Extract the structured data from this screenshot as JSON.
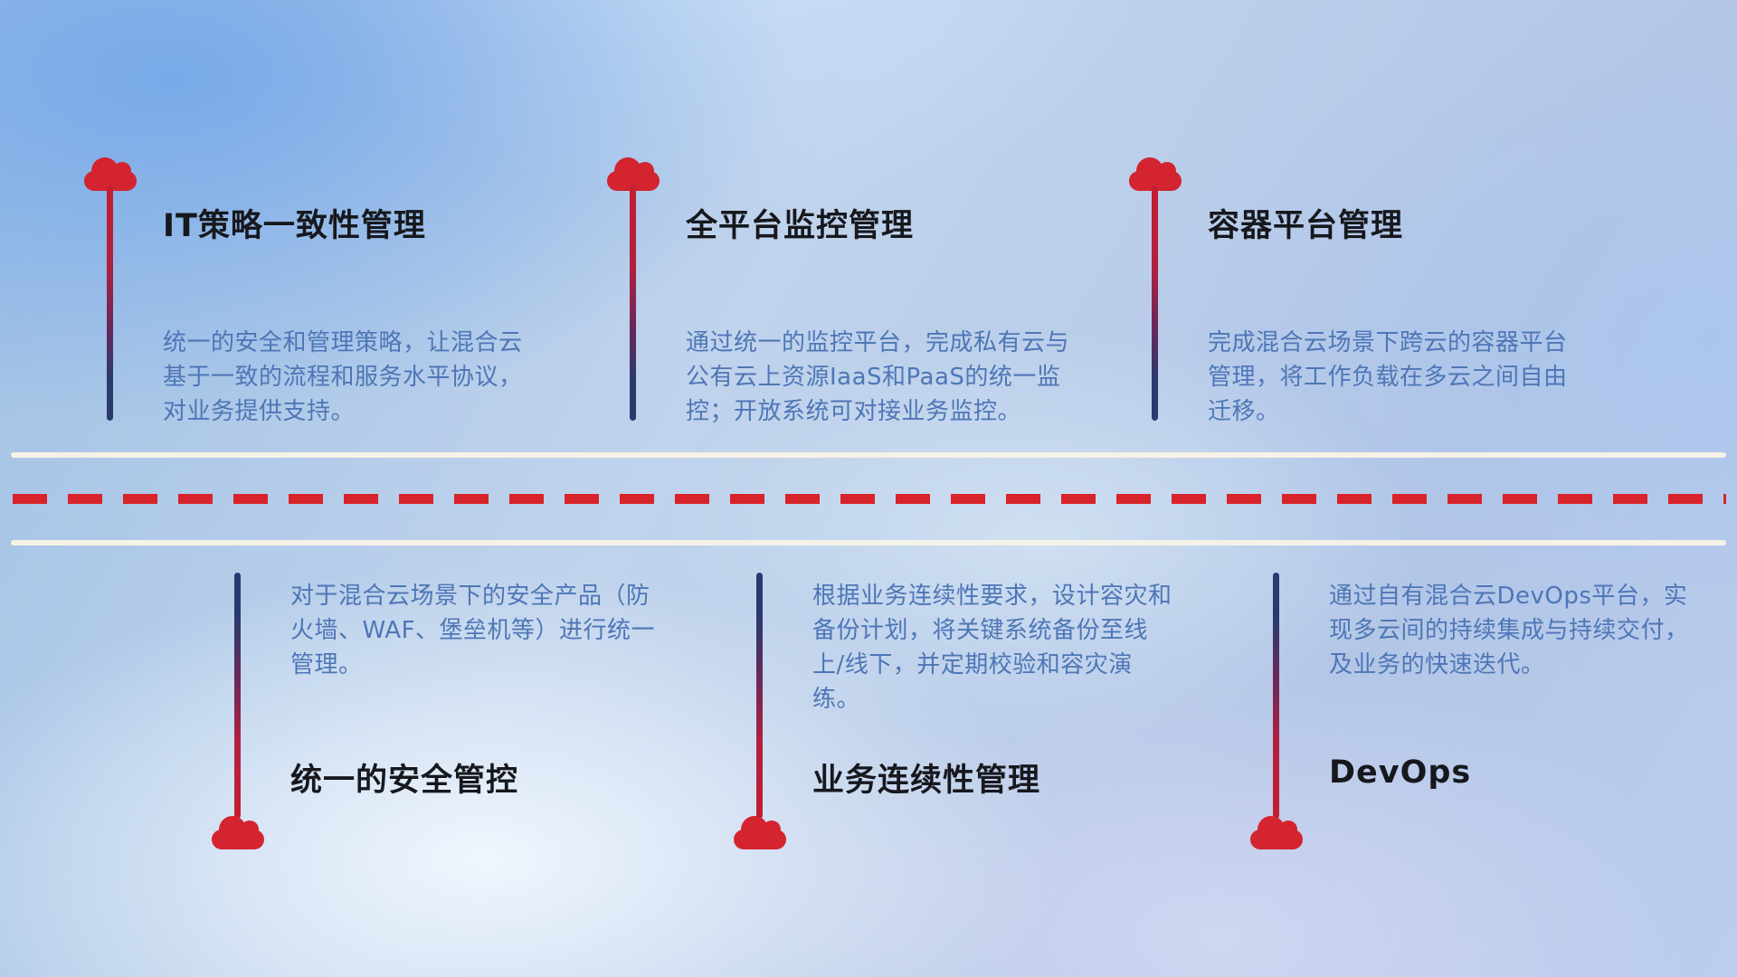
{
  "colors": {
    "cloud_red": "#d32430",
    "dash_red": "#d8232a",
    "stem_red": "#c41e30",
    "stem_navy": "#2a3a6d",
    "road_white": "#f6f2e7",
    "title_color": "#16181d",
    "desc_color": "#4e76b6"
  },
  "top_items": [
    {
      "title": "IT策略一致性管理",
      "description": "统一的安全和管理策略，让混合云基于一致的流程和服务水平协议，对业务提供支持。"
    },
    {
      "title": "全平台监控管理",
      "description": "通过统一的监控平台，完成私有云与公有云上资源IaaS和PaaS的统一监控；开放系统可对接业务监控。"
    },
    {
      "title": "容器平台管理",
      "description": "完成混合云场景下跨云的容器平台管理，将工作负载在多云之间自由迁移。"
    }
  ],
  "bottom_items": [
    {
      "title": "统一的安全管控",
      "description": "对于混合云场景下的安全产品（防火墙、WAF、堡垒机等）进行统一管理。"
    },
    {
      "title": "业务连续性管理",
      "description": "根据业务连续性要求，设计容灾和备份计划，将关键系统备份至线上/线下，并定期校验和容灾演练。"
    },
    {
      "title": "DevOps",
      "description": "通过自有混合云DevOps平台，实现多云间的持续集成与持续交付，及业务的快速迭代。"
    }
  ]
}
